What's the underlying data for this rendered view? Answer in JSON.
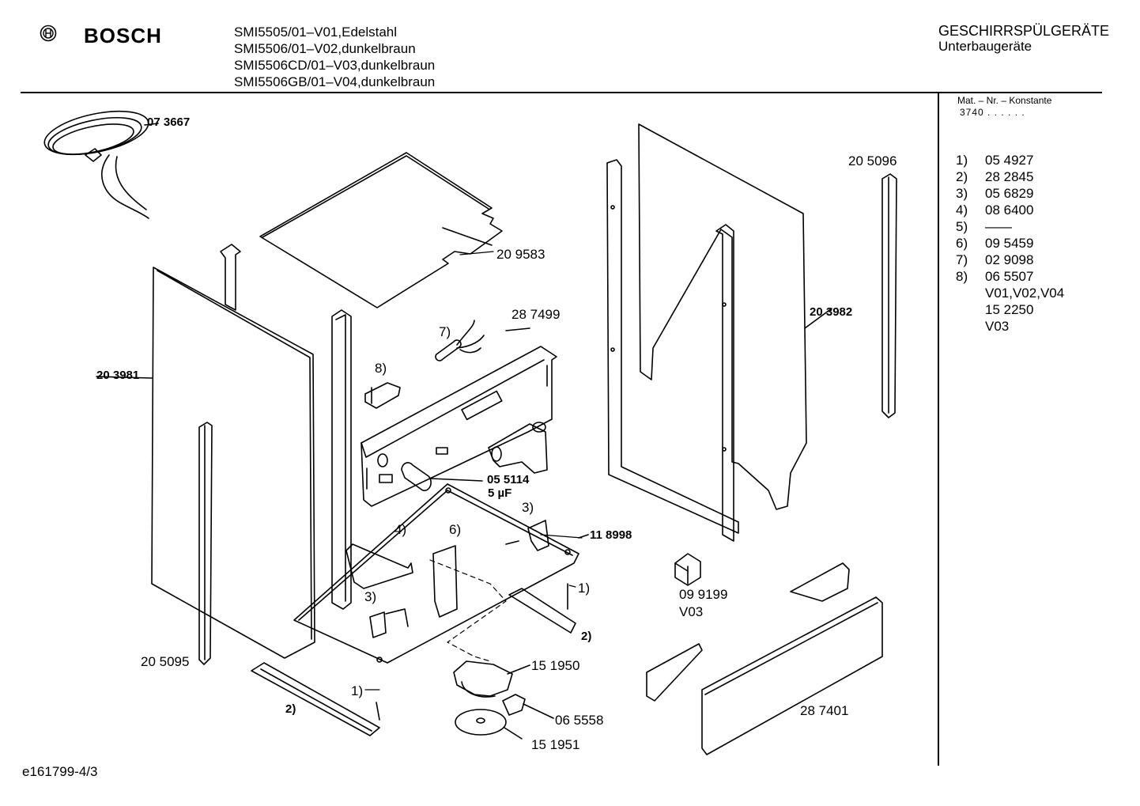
{
  "header": {
    "brand": "BOSCH",
    "logo_icon": "bosch-armature-logo-icon",
    "models": [
      "SMI5505/01–V01,Edelstahl",
      "SMI5506/01–V02,dunkelbraun",
      "SMI5506CD/01–V03,dunkelbraun",
      "SMI5506GB/01–V04,dunkelbraun"
    ],
    "category": "GESCHIRRSPÜLGERÄTE",
    "subcategory": "Unterbaugeräte"
  },
  "sidebar": {
    "matnr_label": "Mat. – Nr. – Konstante",
    "matnr_value": "3740 . . . . . .",
    "parts": [
      {
        "index": "1)",
        "number": "05 4927"
      },
      {
        "index": "2)",
        "number": "28 2845"
      },
      {
        "index": "3)",
        "number": "05 6829"
      },
      {
        "index": "4)",
        "number": "08 6400"
      },
      {
        "index": "5)",
        "number": "——"
      },
      {
        "index": "6)",
        "number": "09 5459"
      },
      {
        "index": "7)",
        "number": "02 9098"
      },
      {
        "index": "8)",
        "number": "06 5507"
      },
      {
        "index": "",
        "number": "V01,V02,V04"
      },
      {
        "index": "",
        "number": "15 2250"
      },
      {
        "index": "",
        "number": "V03"
      }
    ]
  },
  "diagram_labels": {
    "cable": "07 3667",
    "top_cover": "20 9583",
    "side_panel_left": "20 3981",
    "frame_right": "20 3982",
    "trim_strip_right": "20 5096",
    "control_panel": "28 7499",
    "capacitor": "05 5114",
    "capacitor_value": "5 µF",
    "base_plate": "11 8998",
    "trim_strip_left": "20 5095",
    "relay": "09 9199",
    "relay_variant": "V03",
    "pump_part": "15 1950",
    "connector": "06 5558",
    "disc": "15 1951",
    "back_panel": "28 7401",
    "ref_1a": "1)",
    "ref_1b": "1)",
    "ref_2a": "2)",
    "ref_2b": "2)",
    "ref_3a": "3)",
    "ref_3b": "3)",
    "ref_4": "4)",
    "ref_6": "6)",
    "ref_7": "7)",
    "ref_8": "8)"
  },
  "footer": {
    "code": "e161799-4/3"
  }
}
